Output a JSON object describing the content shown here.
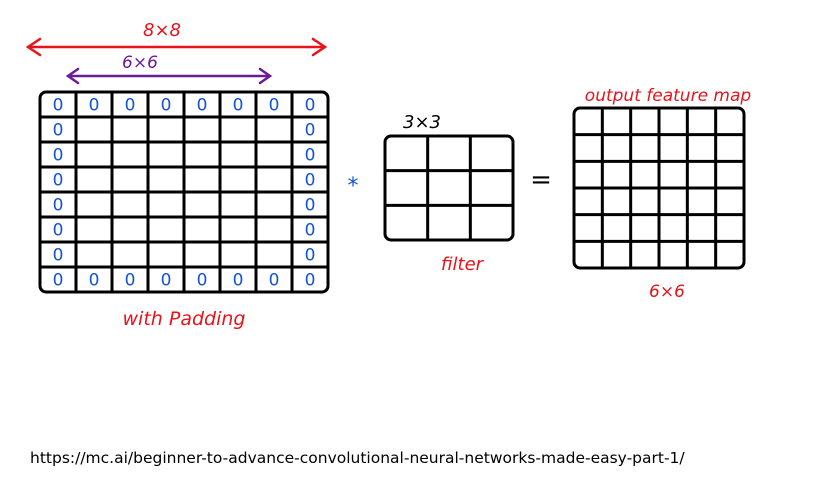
{
  "padded_input": {
    "outer_size_label": "8×8",
    "inner_size_label": "6×6",
    "caption": "with Padding",
    "rows": 8,
    "cols": 8,
    "pad_value": "0"
  },
  "operator_convolve": "*",
  "filter": {
    "size_label": "3×3",
    "caption": "filter",
    "rows": 3,
    "cols": 3
  },
  "operator_equals": "=",
  "output": {
    "title": "output feature map",
    "size_label": "6×6",
    "rows": 6,
    "cols": 6
  },
  "source_url": "https://mc.ai/beginner-to-advance-convolutional-neural-networks-made-easy-part-1/",
  "colors": {
    "red": "#e8131b",
    "purple": "#6a1b9a",
    "blue": "#1553d6",
    "ink": "#000000"
  }
}
